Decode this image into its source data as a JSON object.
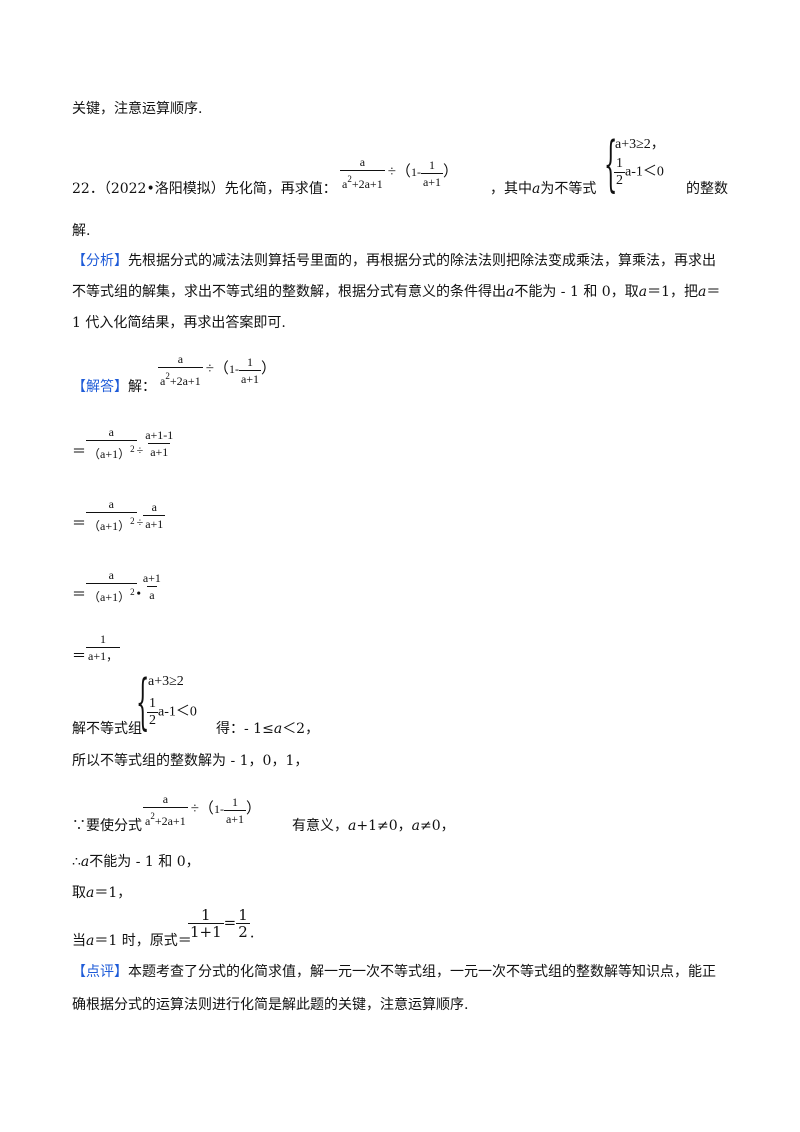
{
  "p0": "关键，注意运算顺序.",
  "q": {
    "number": "22．",
    "source": "（2022•洛阳模拟）",
    "text1": "先化简，再求值：",
    "text2": "，其中",
    "var": "a",
    "text3": "为不等式",
    "text4": "的整数",
    "text5": "解."
  },
  "expr": {
    "a": "a",
    "den_main_1": "a",
    "den_main_2": "+2a+1",
    "sq": "2",
    "div": "÷（",
    "one": "1-",
    "one_num": "1",
    "a_plus_1": "a+1",
    "close": "）"
  },
  "system": {
    "l1": "a+3≥2，",
    "l1b": "a+3≥2",
    "half_num": "1",
    "half_den": "2",
    "l2": "a-1＜0"
  },
  "analysis": {
    "tag": "【分析】",
    "t1": "先根据分式的减法法则算括号里面的，再根据分式的除法法则把除法变成乘法，算乘法，再求出",
    "t2a": "不等式组的解集，求出不等式组的整数解，根据分式有意义的条件得出",
    "t2var": "a",
    "t2b": "不能为 - 1 和 0，取",
    "t2c": "a",
    "t2d": "＝1，把",
    "t2e": "a",
    "t2f": "＝",
    "t3": "1 代入化简结果，再求出答案即可."
  },
  "solution": {
    "tag": "【解答】",
    "jie": "解：",
    "eq": "＝",
    "s1_den": "（a+1）",
    "s1_num2": "a+1-1",
    "s1_op": "÷",
    "s3_op": "•",
    "s3_den2": "a",
    "s4_tail": "，",
    "solve_prefix": "解不等式组",
    "solve_result_a": "得：- 1≤",
    "solve_result_var": "a",
    "solve_result_b": "＜2，",
    "integer_sol": "所以不等式组的整数解为 - 1，0，1，",
    "because": "∵要使分式",
    "meaningful": "有意义，",
    "cond1": "a",
    "cond1b": "+1≠0，",
    "cond2": "a",
    "cond2b": "≠0，",
    "therefore_a": "∴",
    "therefore_var": "a",
    "therefore_b": "不能为 - 1 和 0，",
    "take_a": "取",
    "take_var": "a",
    "take_b": "＝1，",
    "when_a": "当",
    "when_var": "a",
    "when_b": "＝1 时，原式＝",
    "final_num": "1",
    "final_den": "1+1",
    "final_eq": "=",
    "final_rnum": "1",
    "final_rden": "2",
    "final_end": "."
  },
  "comment": {
    "tag": "【点评】",
    "t1": "本题考查了分式的化简求值，解一元一次不等式组，一元一次不等式组的整数解等知识点，能正",
    "t2": "确根据分式的运算法则进行化简是解此题的关键，注意运算顺序."
  }
}
